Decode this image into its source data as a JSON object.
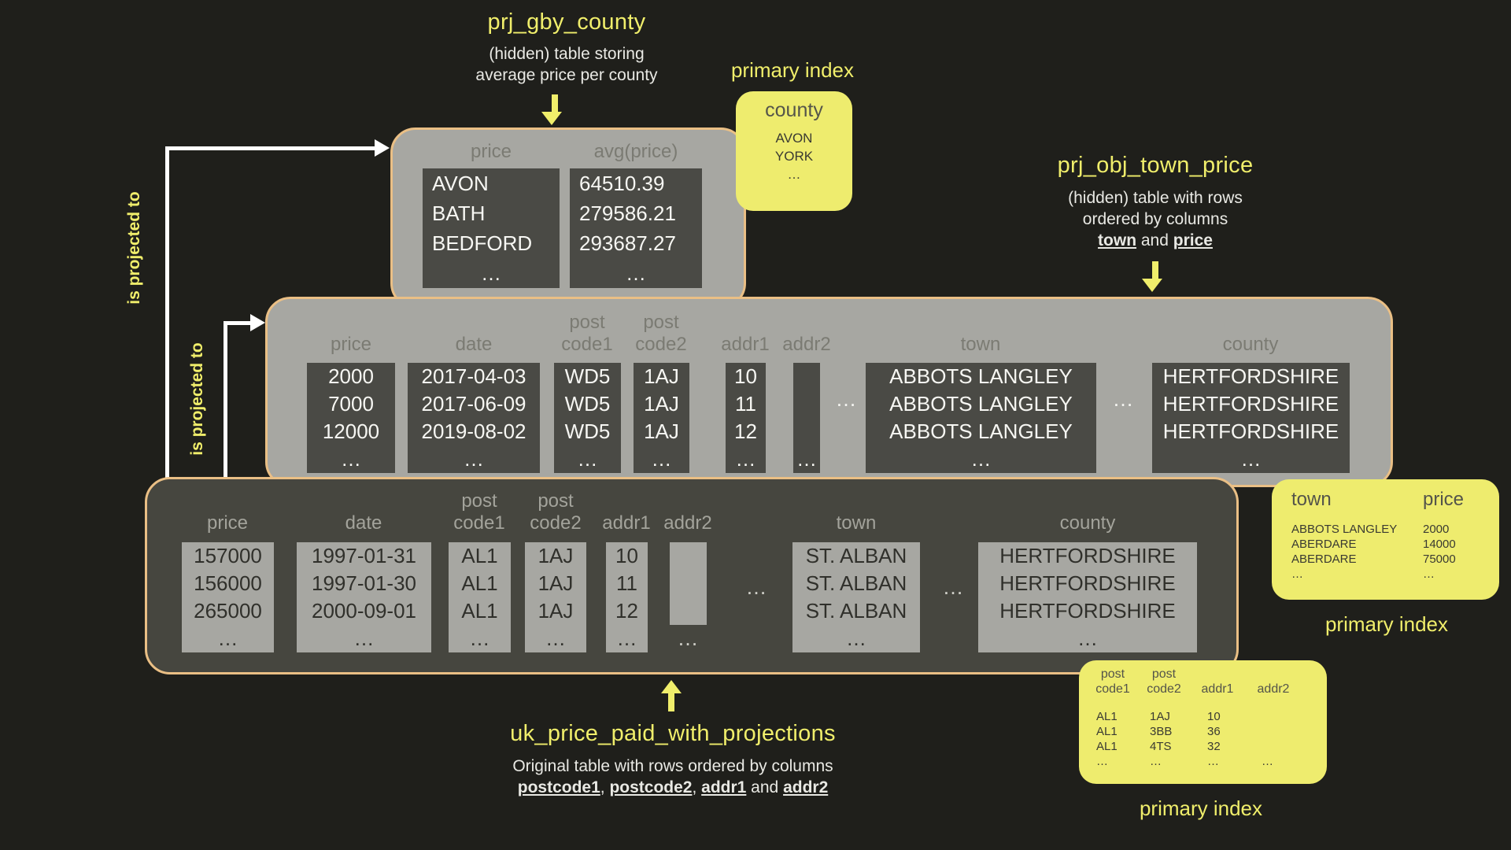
{
  "colors": {
    "background": "#1f1f1b",
    "accent_yellow": "#f0ee6b",
    "orange_border": "#eabf85",
    "panel_light_gray": "#a7a7a2",
    "panel_dark_gray": "#46463f",
    "cell_dark": "#4a4a45",
    "index_box_yellow": "#eeec6e",
    "arrow_white": "#ffffff"
  },
  "labels": {
    "primary_index": "primary index",
    "is_projected_to": "is projected to",
    "ellipsis": "…"
  },
  "gby": {
    "title": "prj_gby_county",
    "subtitle_line1": "(hidden) table storing",
    "subtitle_line2": "average price per county",
    "columns": [
      {
        "header": "price",
        "values": [
          "AVON",
          "BATH",
          "BEDFORD",
          "…"
        ]
      },
      {
        "header": "avg(price)",
        "values": [
          "64510.39",
          "279586.21",
          "293687.27",
          "…"
        ]
      }
    ]
  },
  "obj": {
    "title": "prj_obj_town_price",
    "subtitle_line1": "(hidden) table with rows",
    "subtitle_line2": "ordered by columns",
    "order_col1": "town",
    "order_sep": " and ",
    "order_col2": "price",
    "headers": {
      "price": "price",
      "date": "date",
      "postcode1": "post\ncode1",
      "postcode2": "post\ncode2",
      "addr1": "addr1",
      "addr2": "addr2",
      "town": "town",
      "county": "county"
    },
    "cols": {
      "price": [
        "2000",
        "7000",
        "12000",
        "…"
      ],
      "date": [
        "2017-04-03",
        "2017-06-09",
        "2019-08-02",
        "…"
      ],
      "postcode1": [
        "WD5",
        "WD5",
        "WD5",
        "…"
      ],
      "postcode2": [
        "1AJ",
        "1AJ",
        "1AJ",
        "…"
      ],
      "addr1": [
        "10",
        "11",
        "12",
        "…"
      ],
      "addr2": [
        "",
        "",
        "",
        "…"
      ],
      "town": [
        "ABBOTS LANGLEY",
        "ABBOTS LANGLEY",
        "ABBOTS LANGLEY",
        "…"
      ],
      "county": [
        "HERTFORDSHIRE",
        "HERTFORDSHIRE",
        "HERTFORDSHIRE",
        "…"
      ]
    }
  },
  "base": {
    "title": "uk_price_paid_with_projections",
    "subtitle_line1": "Original table with rows ordered by columns",
    "order_col1": "postcode1",
    "order_sep1": ", ",
    "order_col2": "postcode2",
    "order_sep2": ", ",
    "order_col3": "addr1",
    "order_sep3": " and ",
    "order_col4": "addr2",
    "headers": {
      "price": "price",
      "date": "date",
      "postcode1": "post\ncode1",
      "postcode2": "post\ncode2",
      "addr1": "addr1",
      "addr2": "addr2",
      "town": "town",
      "county": "county"
    },
    "cols": {
      "price": [
        "157000",
        "156000",
        "265000",
        "…"
      ],
      "date": [
        "1997-01-31",
        "1997-01-30",
        "2000-09-01",
        "…"
      ],
      "postcode1": [
        "AL1",
        "AL1",
        "AL1",
        "…"
      ],
      "postcode2": [
        "1AJ",
        "1AJ",
        "1AJ",
        "…"
      ],
      "addr1": [
        "10",
        "11",
        "12",
        "…"
      ],
      "addr2": [
        "",
        "",
        ""
      ],
      "addr2_ellipsis": "…",
      "town": [
        "ST. ALBAN",
        "ST. ALBAN",
        "ST. ALBAN",
        "…"
      ],
      "county": [
        "HERTFORDSHIRE",
        "HERTFORDSHIRE",
        "HERTFORDSHIRE",
        "…"
      ]
    }
  },
  "index_county": {
    "header": "county",
    "values": [
      "AVON",
      "YORK",
      "…"
    ]
  },
  "index_town_price": {
    "header_town": "town",
    "header_price": "price",
    "town_values": [
      "ABBOTS LANGLEY",
      "ABERDARE",
      "ABERDARE",
      "…"
    ],
    "price_values": [
      "2000",
      "14000",
      "75000",
      "…"
    ]
  },
  "index_postcode": {
    "header1": "post\ncode1",
    "header2": "post\ncode2",
    "header3": "addr1",
    "header4": "addr2",
    "col1": [
      "AL1",
      "AL1",
      "AL1",
      "…"
    ],
    "col2": [
      "1AJ",
      "3BB",
      "4TS",
      "…"
    ],
    "col3": [
      "10",
      "36",
      "32",
      "…"
    ],
    "col4": [
      "",
      "",
      "",
      "…"
    ]
  }
}
